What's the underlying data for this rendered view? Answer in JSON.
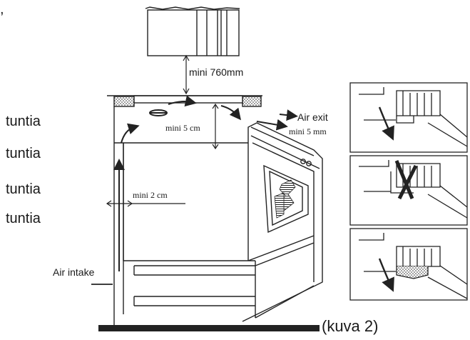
{
  "fragment": ",",
  "side_labels": [
    "tuntia",
    "tuntia",
    "tuntia",
    "tuntia"
  ],
  "dims": {
    "hood_clearance": "mini 760mm",
    "top_gap": "mini  5  cm",
    "side_gap": "mini  2  cm",
    "exit_gap": "mini  5  mm"
  },
  "airflow": {
    "exit": "Air    exit",
    "intake": "Air    intake"
  },
  "caption": "(kuva 2)"
}
